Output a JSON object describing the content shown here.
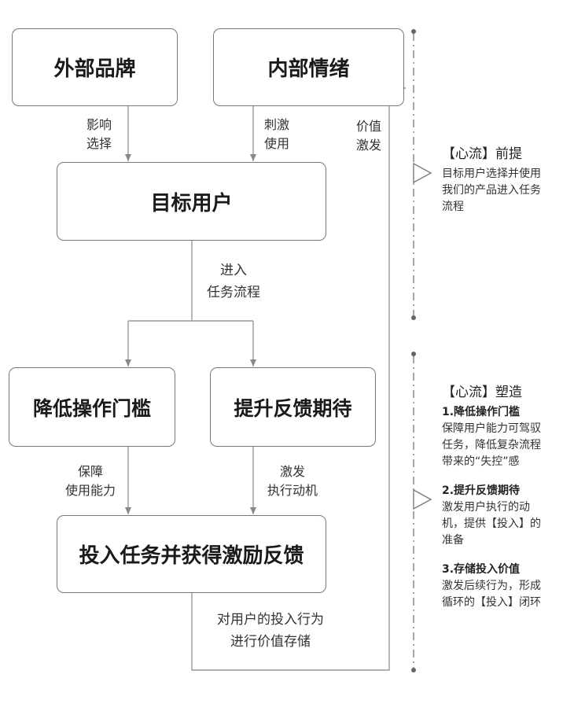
{
  "nodes": {
    "external_brand": "外部品牌",
    "internal_emotion": "内部情绪",
    "target_user": "目标用户",
    "lower_threshold": "降低操作门槛",
    "raise_expectation": "提升反馈期待",
    "invest_reward": "投入任务并获得激励反馈"
  },
  "edges": {
    "influence_choice": [
      "影响",
      "选择"
    ],
    "stimulate_use": [
      "刺激",
      "使用"
    ],
    "value_trigger": [
      "价值",
      "激发"
    ],
    "enter_flow": [
      "进入",
      "任务流程"
    ],
    "ensure_ability": [
      "保障",
      "使用能力"
    ],
    "trigger_motivation": [
      "激发",
      "执行动机"
    ],
    "store_value": [
      "对用户的投入行为",
      "进行价值存储"
    ]
  },
  "sidebar": {
    "premise": {
      "title": "【心流】前提",
      "lines": [
        "目标用户选择并使用",
        "我们的产品进入任务",
        "流程"
      ]
    },
    "shaping": {
      "title": "【心流】塑造",
      "items": [
        {
          "head": "1.降低操作门槛",
          "lines": [
            "保障用户能力可驾驭",
            "任务，降低复杂流程",
            "带来的“失控”感"
          ]
        },
        {
          "head": "2.提升反馈期待",
          "lines": [
            "激发用户执行的动",
            "机，提供【投入】的",
            "准备"
          ]
        },
        {
          "head": "3.存储投入价值",
          "lines": [
            "激发后续行为，形成",
            "循环的【投入】闭环"
          ]
        }
      ]
    }
  }
}
